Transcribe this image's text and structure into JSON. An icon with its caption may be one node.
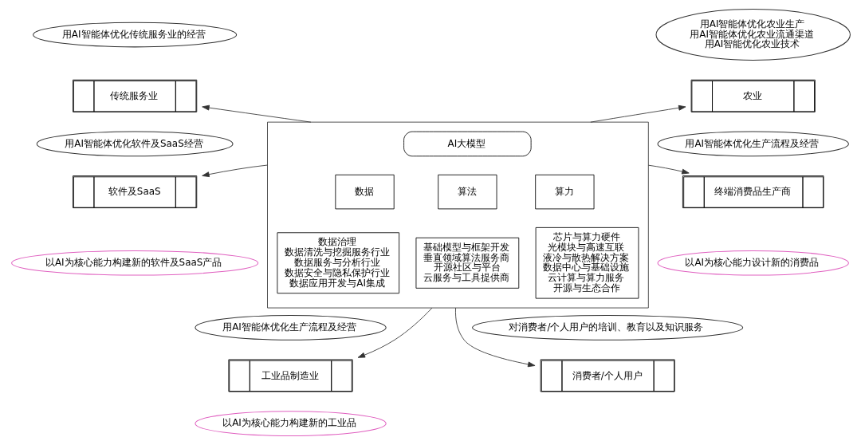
{
  "diagram": {
    "nodes": [
      {
        "text": [
          "用AI智能体优化农业生产",
          "用AI智能体优化农业流通渠道",
          "用AI智能优化农业技术"
        ]
      },
      {
        "text": [
          "农业"
        ]
      },
      {
        "text": [
          "用AI智能体优化传统服务业的经营"
        ]
      },
      {
        "text": [
          "传统服务业"
        ]
      },
      {
        "text": [],
        "shape": "box"
      },
      {
        "text": [
          "AI大模型"
        ],
        "in": 4
      },
      {
        "text": [
          "数据"
        ],
        "in": 4
      },
      {
        "text": [
          "算法"
        ],
        "in": 4
      },
      {
        "text": [
          "算力"
        ],
        "in": 4
      },
      {
        "text": [
          "数据治理",
          "数据清洗与挖掘服务行业",
          "数据服务与分析行业",
          "数据安全与隐私保护行业",
          "数据应用开发与AI集成"
        ],
        "in": 4
      },
      {
        "text": [
          "基础模型与框架开发",
          "垂直领域算法服务商",
          "开源社区与平台",
          "云服务与工具提供商"
        ],
        "in": 4
      },
      {
        "text": [
          "芯片与算力硬件",
          "光模块与高速互联",
          "液冷与散热解决方案",
          "数据中心与基础设施",
          "云计算与算力服务",
          "开源与生态合作"
        ],
        "in": 4
      },
      {
        "text": [
          "用AI智能体优化生产流程及经营"
        ]
      },
      {
        "text": [
          "终端消费品生产商"
        ]
      },
      {
        "text": [
          "以AI为核心能力设计新的消费品"
        ]
      },
      {
        "text": [
          "用AI智能体优化软件及SaaS经营"
        ]
      },
      {
        "text": [
          "软件及SaaS"
        ]
      },
      {
        "text": [
          "以AI为核心能力构建新的软件及SaaS产品"
        ]
      },
      {
        "text": [
          "用AI智能体优化生产流程及经营"
        ]
      },
      {
        "text": [
          "工业品制造业"
        ]
      },
      {
        "text": [
          "以AI为核心能力构建新的工业品"
        ]
      },
      {
        "text": [
          "对消费者/个人用户的培训、教育以及知识服务"
        ]
      },
      {
        "text": [
          "消费者/个人用户"
        ]
      }
    ],
    "edges": [
      {
        "from": 4,
        "to": 1,
        "arrow": "to"
      },
      {
        "from": 4,
        "to": 3,
        "arrow": "to"
      },
      {
        "from": 4,
        "to": 13,
        "arrow": "to"
      },
      {
        "from": 4,
        "to": 16,
        "arrow": "to"
      },
      {
        "from": 4,
        "to": 19,
        "arrow": "to"
      },
      {
        "from": 4,
        "to": 22,
        "arrow": "to"
      }
    ]
  }
}
